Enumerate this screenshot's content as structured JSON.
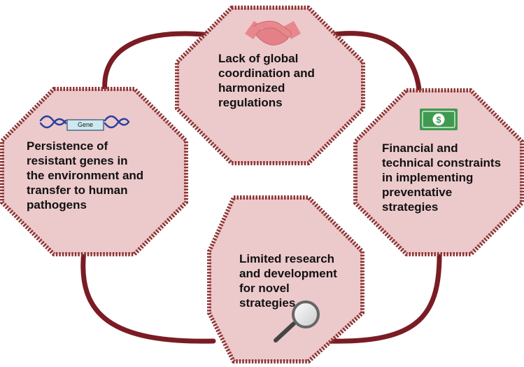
{
  "nodes": [
    {
      "id": "top",
      "icon": "handshake-icon",
      "lines": [
        "Lack of global",
        "coordination and",
        "harmonized",
        "regulations"
      ]
    },
    {
      "id": "left",
      "icon": "dna-gene-icon",
      "icon_label": "Gene",
      "lines": [
        "Persistence of",
        "resistant genes in",
        "the environment and",
        "transfer to human",
        "pathogens"
      ]
    },
    {
      "id": "right",
      "icon": "money-bill-icon",
      "lines": [
        "Financial and",
        "technical constraints",
        "in implementing",
        "preventative",
        "strategies"
      ]
    },
    {
      "id": "bottom",
      "icon": "magnifier-icon",
      "lines": [
        "Limited research",
        "and development",
        "for novel",
        "strategies"
      ]
    }
  ],
  "colors": {
    "octagon_fill": "#ecc9cb",
    "octagon_border": "#8e3434",
    "ring": "#7a1c24",
    "handshake": "#e8888d",
    "money": "#3f9a50",
    "dna": "#2a3f9c",
    "gene_box": "#cde8ef"
  }
}
